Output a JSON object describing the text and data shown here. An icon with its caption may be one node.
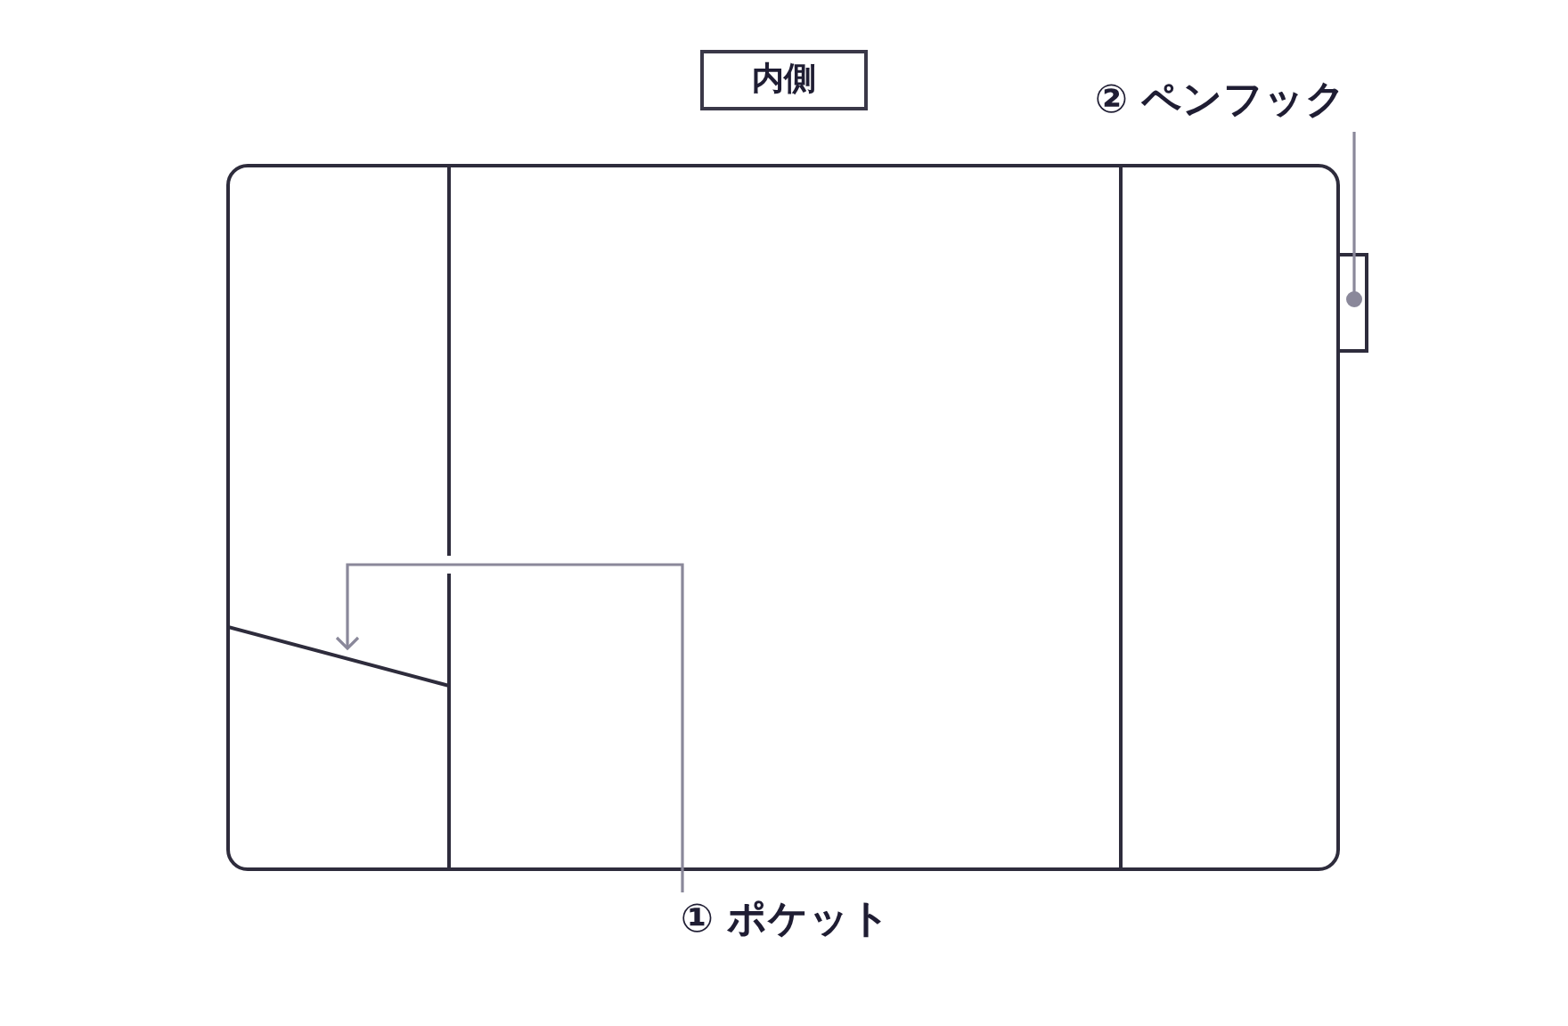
{
  "diagram": {
    "nodes": [
      {
        "text": [
          "内側"
        ]
      },
      {
        "text": [
          "② ペンフック"
        ]
      },
      {
        "text": [],
        "shape": "box"
      },
      {
        "text": [],
        "shape": "box"
      },
      {
        "text": [
          "① ポケット"
        ]
      }
    ],
    "edges": [
      {
        "from": 1,
        "to": 2,
        "arrow": "other"
      },
      {
        "from": 4,
        "to": 3,
        "arrow": "to"
      }
    ]
  }
}
